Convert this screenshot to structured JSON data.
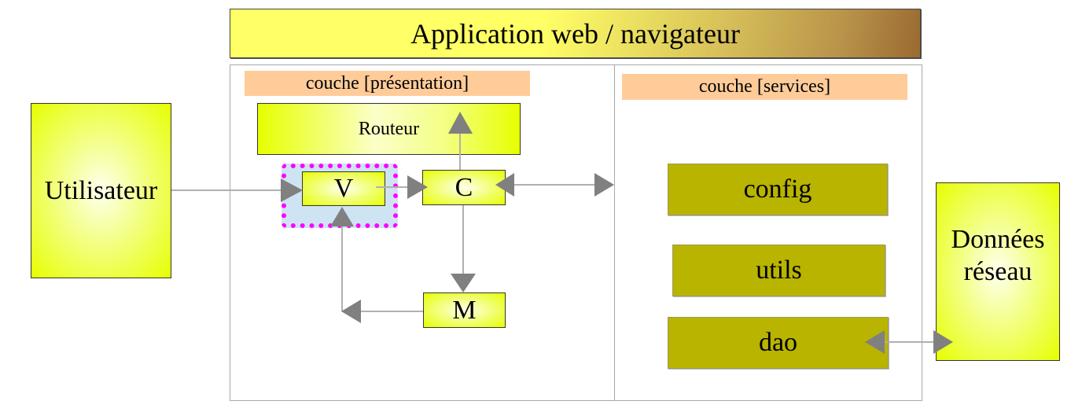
{
  "title": "Application web / navigateur",
  "layers": {
    "presentation": {
      "label": "couche [présentation]"
    },
    "services": {
      "label": "couche [services]"
    }
  },
  "actors": {
    "user": "Utilisateur",
    "network_data": "Données réseau"
  },
  "presentation_components": {
    "router": "Routeur",
    "view": "V",
    "controller": "C",
    "model": "M"
  },
  "services": [
    {
      "label": "config"
    },
    {
      "label": "utils"
    },
    {
      "label": "dao"
    }
  ],
  "connections": [
    {
      "from": "Utilisateur",
      "to": "V",
      "direction": "to"
    },
    {
      "from": "V",
      "to": "C",
      "direction": "to"
    },
    {
      "from": "C",
      "to": "Routeur",
      "direction": "to"
    },
    {
      "from": "C",
      "to": "couche [services]",
      "direction": "both"
    },
    {
      "from": "C",
      "to": "M",
      "direction": "to"
    },
    {
      "from": "M",
      "to": "V",
      "direction": "to"
    },
    {
      "from": "dao",
      "to": "Données réseau",
      "direction": "both"
    }
  ],
  "colors": {
    "component_yellow": "#e6ff00",
    "service_olive": "#b8b400",
    "layer_label_peach": "#ffcc99",
    "view_highlight_border": "#ff00ff",
    "view_highlight_fill": "#cfe4f3",
    "arrow_gray": "#808080"
  }
}
